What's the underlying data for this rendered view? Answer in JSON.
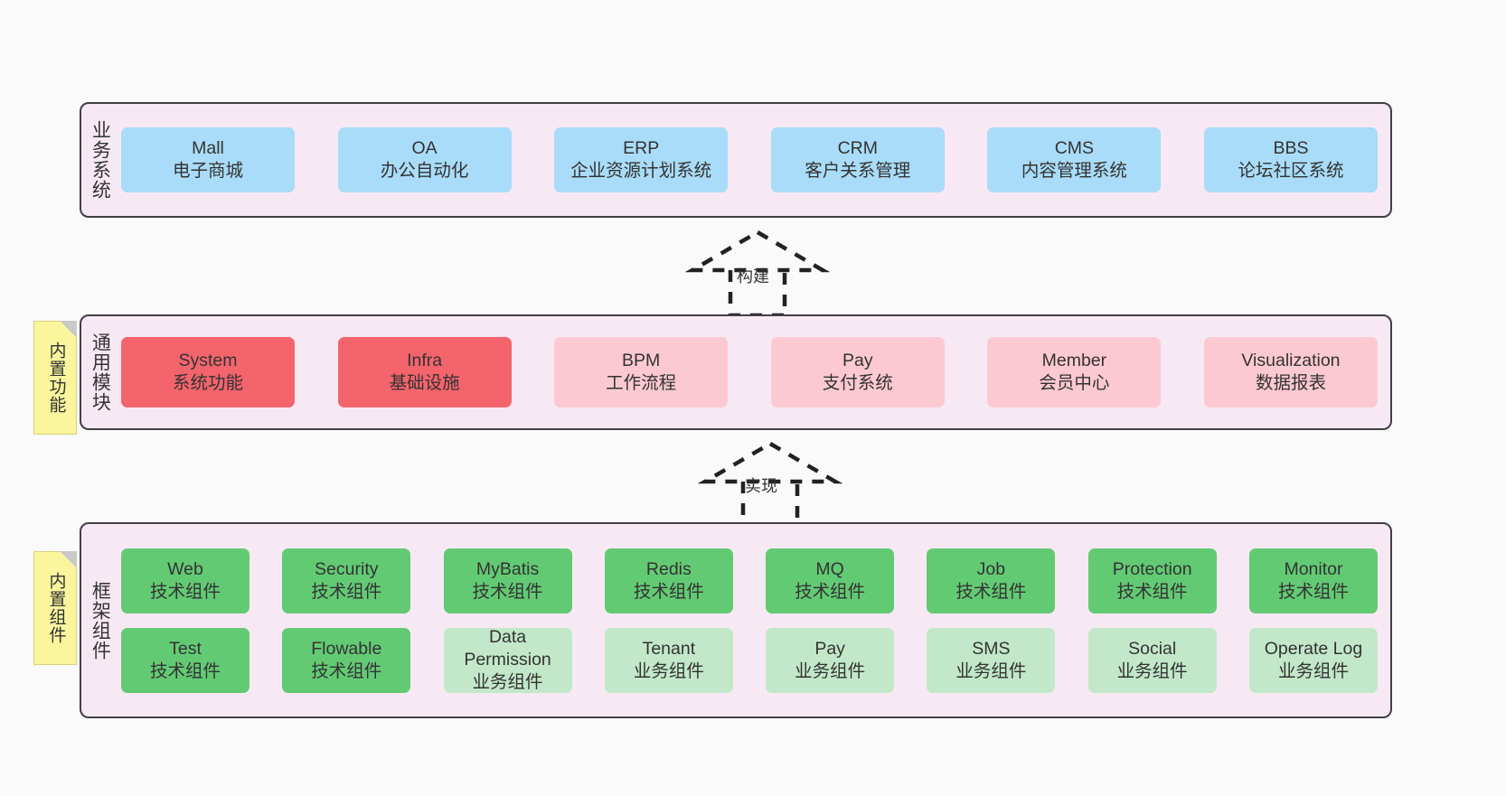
{
  "diagram": {
    "title": "ruoyi-vue-pro architecture layers",
    "background": "#fafafa",
    "panel_fill": "#f7e9f3",
    "panel_stroke": "#413f46",
    "note_fill": "#fbf59d"
  },
  "notes": [
    {
      "name": "builtin-function",
      "text": "内置功能"
    },
    {
      "name": "builtin-component",
      "text": "内置组件"
    }
  ],
  "arrows": [
    {
      "name": "build",
      "label": "构建",
      "style": "dashed-generalization-up"
    },
    {
      "name": "realize",
      "label": "实现",
      "style": "dashed-generalization-up"
    }
  ],
  "layers": [
    {
      "name": "business-system",
      "title": "业务系统",
      "color": "#a9dcf8",
      "rows": [
        [
          {
            "en": "Mall",
            "cn": "电子商城",
            "color": "blue"
          },
          {
            "en": "OA",
            "cn": "办公自动化",
            "color": "blue"
          },
          {
            "en": "ERP",
            "cn": "企业资源计划系统",
            "color": "blue"
          },
          {
            "en": "CRM",
            "cn": "客户关系管理",
            "color": "blue"
          },
          {
            "en": "CMS",
            "cn": "内容管理系统",
            "color": "blue"
          },
          {
            "en": "BBS",
            "cn": "论坛社区系统",
            "color": "blue"
          }
        ]
      ]
    },
    {
      "name": "common-module",
      "title": "通用模块",
      "color": "#fcc9d2",
      "rows": [
        [
          {
            "en": "System",
            "cn": "系统功能",
            "color": "red"
          },
          {
            "en": "Infra",
            "cn": "基础设施",
            "color": "red"
          },
          {
            "en": "BPM",
            "cn": "工作流程",
            "color": "pink"
          },
          {
            "en": "Pay",
            "cn": "支付系统",
            "color": "pink"
          },
          {
            "en": "Member",
            "cn": "会员中心",
            "color": "pink"
          },
          {
            "en": "Visualization",
            "cn": "数据报表",
            "color": "pink"
          }
        ]
      ]
    },
    {
      "name": "framework-component",
      "title": "框架组件",
      "color": "#63ca74",
      "rows": [
        [
          {
            "en": "Web",
            "cn": "技术组件",
            "color": "green"
          },
          {
            "en": "Security",
            "cn": "技术组件",
            "color": "green"
          },
          {
            "en": "MyBatis",
            "cn": "技术组件",
            "color": "green"
          },
          {
            "en": "Redis",
            "cn": "技术组件",
            "color": "green"
          },
          {
            "en": "MQ",
            "cn": "技术组件",
            "color": "green"
          },
          {
            "en": "Job",
            "cn": "技术组件",
            "color": "green"
          },
          {
            "en": "Protection",
            "cn": "技术组件",
            "color": "green"
          },
          {
            "en": "Monitor",
            "cn": "技术组件",
            "color": "green"
          }
        ],
        [
          {
            "en": "Test",
            "cn": "技术组件",
            "color": "green"
          },
          {
            "en": "Flowable",
            "cn": "技术组件",
            "color": "green"
          },
          {
            "en": "Data Permission",
            "cn": "业务组件",
            "color": "lightgreen"
          },
          {
            "en": "Tenant",
            "cn": "业务组件",
            "color": "lightgreen"
          },
          {
            "en": "Pay",
            "cn": "业务组件",
            "color": "lightgreen"
          },
          {
            "en": "SMS",
            "cn": "业务组件",
            "color": "lightgreen"
          },
          {
            "en": "Social",
            "cn": "业务组件",
            "color": "lightgreen"
          },
          {
            "en": "Operate Log",
            "cn": "业务组件",
            "color": "lightgreen"
          }
        ]
      ]
    }
  ]
}
